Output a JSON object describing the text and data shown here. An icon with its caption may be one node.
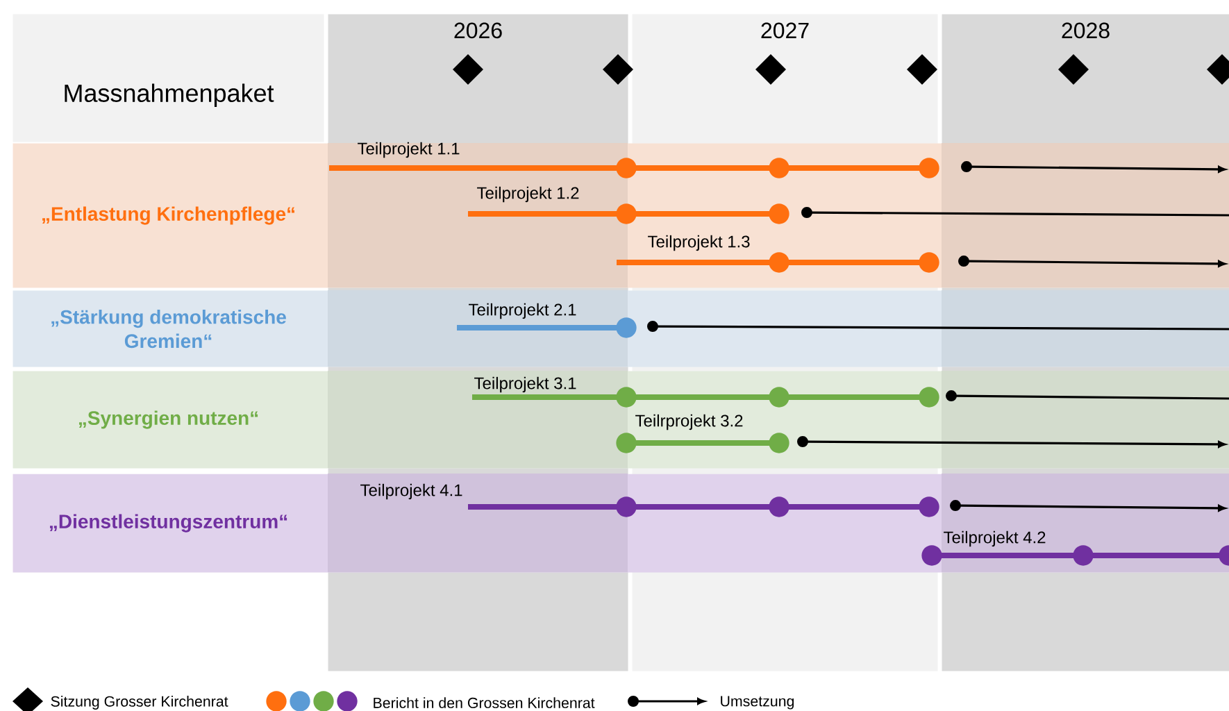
{
  "diagram": {
    "nodes": [
      {
        "text": [
          "Massnahmenpaket"
        ]
      },
      {
        "text": [
          "2026"
        ]
      },
      {
        "text": [
          "2027"
        ]
      },
      {
        "text": [
          "2028"
        ]
      },
      {
        "text": [
          "„Entlastung Kirchenpflege“"
        ]
      },
      {
        "text": [
          "„Stärkung demokratische Gremien“"
        ]
      },
      {
        "text": [
          "„Synergien nutzen“"
        ]
      },
      {
        "text": [
          "„Dienstleistungszentrum“"
        ]
      }
    ],
    "labels": [
      "Teilprojekt 1.1",
      "Teilprojekt 1.2",
      "Teilprojekt 1.3",
      "Teilrprojekt 2.1",
      "Teilprojekt 3.1",
      "Teilrprojekt 3.2",
      "Teilprojekt 4.1",
      "Teilprojekt 4.2"
    ],
    "legend": [
      {
        "text": "Sitzung Grosser Kirchenrat"
      },
      {
        "text": "Bericht in den Grossen Kirchenrat"
      },
      {
        "text": "Umsetzung"
      }
    ]
  }
}
